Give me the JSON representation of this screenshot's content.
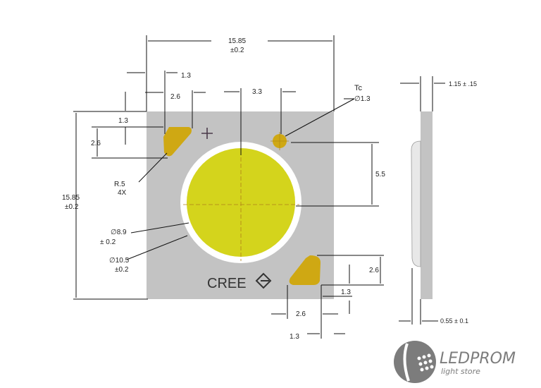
{
  "title": "Cree COB LED mechanical dimensions",
  "dimensions": {
    "width": "15.85",
    "width_tol": "±0.2",
    "height": "15.85",
    "height_tol": "±0.2",
    "pad_offset_x": "1.3",
    "pad_width": "2.6",
    "tc_offset": "3.3",
    "tc_label": "Tc",
    "tc_diameter": "∅1.3",
    "pad_offset_y": "1.3",
    "pad_height": "2.6",
    "radius": "R.5",
    "radius_count": "4X",
    "tc_to_center": "5.5",
    "les_diameter": "∅8.9",
    "les_tol": "± 0.2",
    "dam_diameter": "∅10.5",
    "dam_tol": "±0.2",
    "br_pad_height": "2.6",
    "br_pad_offset_y": "1.3",
    "br_pad_width": "2.6",
    "br_pad_offset_x": "1.3",
    "thickness": "1.15 ±  .15",
    "substrate_thickness": "0.55 ±  0.1"
  },
  "brand": "CREE",
  "watermark": {
    "name": "LEDPROM",
    "tagline": "light store"
  },
  "colors": {
    "substrate": "#c3c3c3",
    "pad": "#cfa813",
    "phosphor": "#d4d41c",
    "dam": "#ffffff"
  }
}
